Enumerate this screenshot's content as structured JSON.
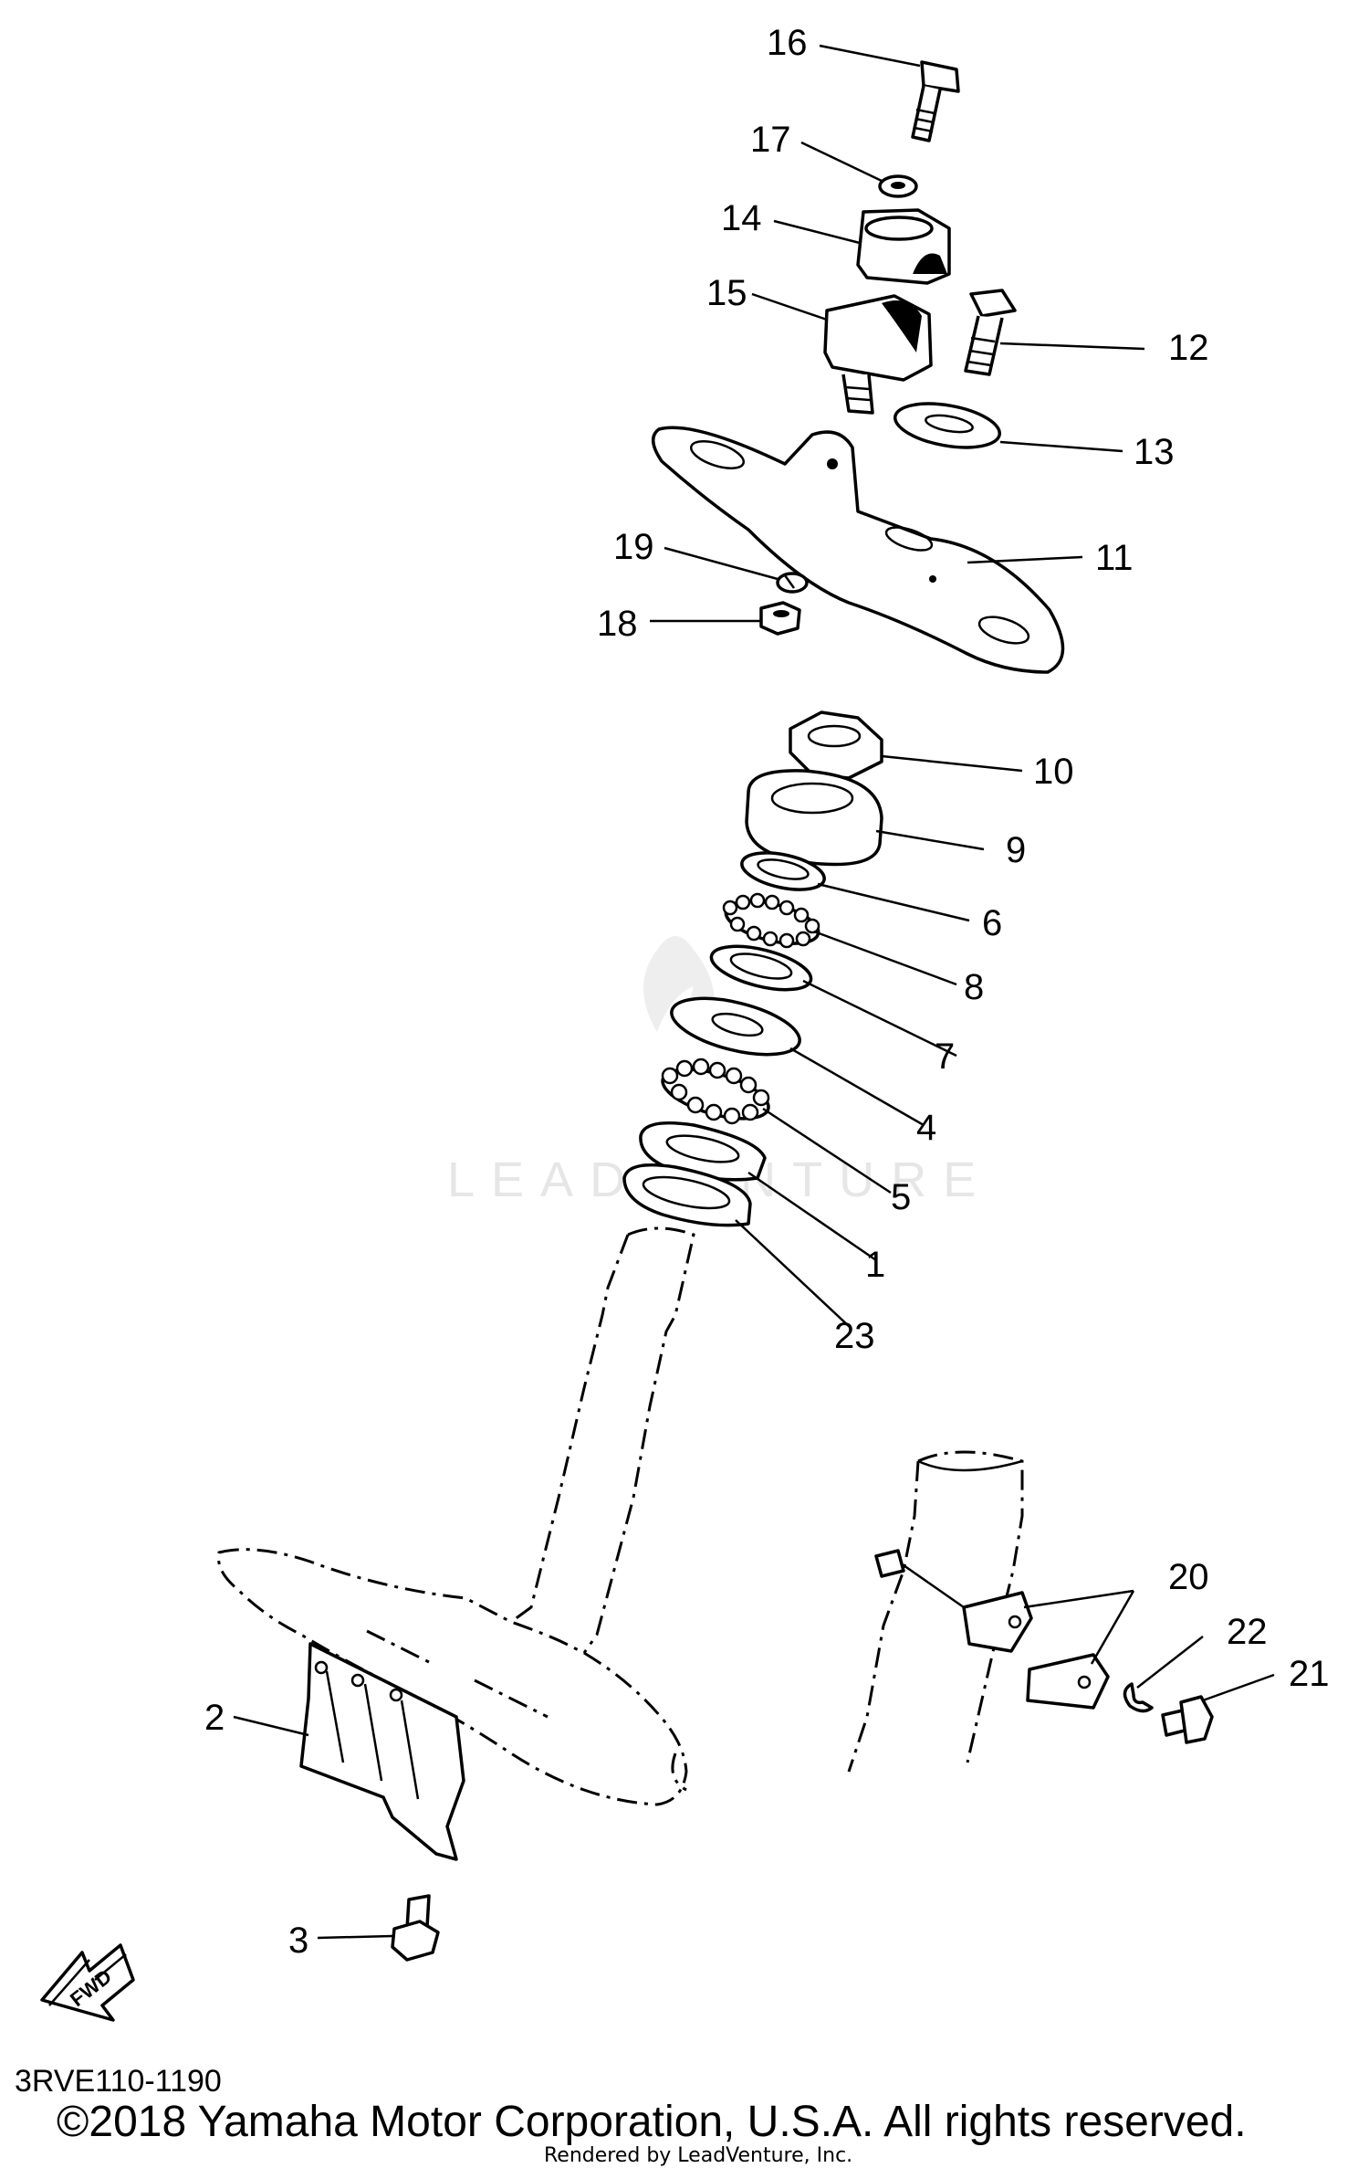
{
  "diagram": {
    "callouts": [
      "16",
      "17",
      "14",
      "15",
      "12",
      "13",
      "11",
      "19",
      "18",
      "10",
      "9",
      "6",
      "8",
      "7",
      "4",
      "5",
      "1",
      "23",
      "20",
      "22",
      "21",
      "2",
      "3"
    ],
    "watermark": "LEADVENTURE",
    "fwd_label": "FWD"
  },
  "footer": {
    "diagram_code": "3RVE110-1190",
    "copyright": "©2018 Yamaha Motor Corporation, U.S.A. All rights reserved.",
    "rendered_by": "Rendered by LeadVenture, Inc."
  }
}
